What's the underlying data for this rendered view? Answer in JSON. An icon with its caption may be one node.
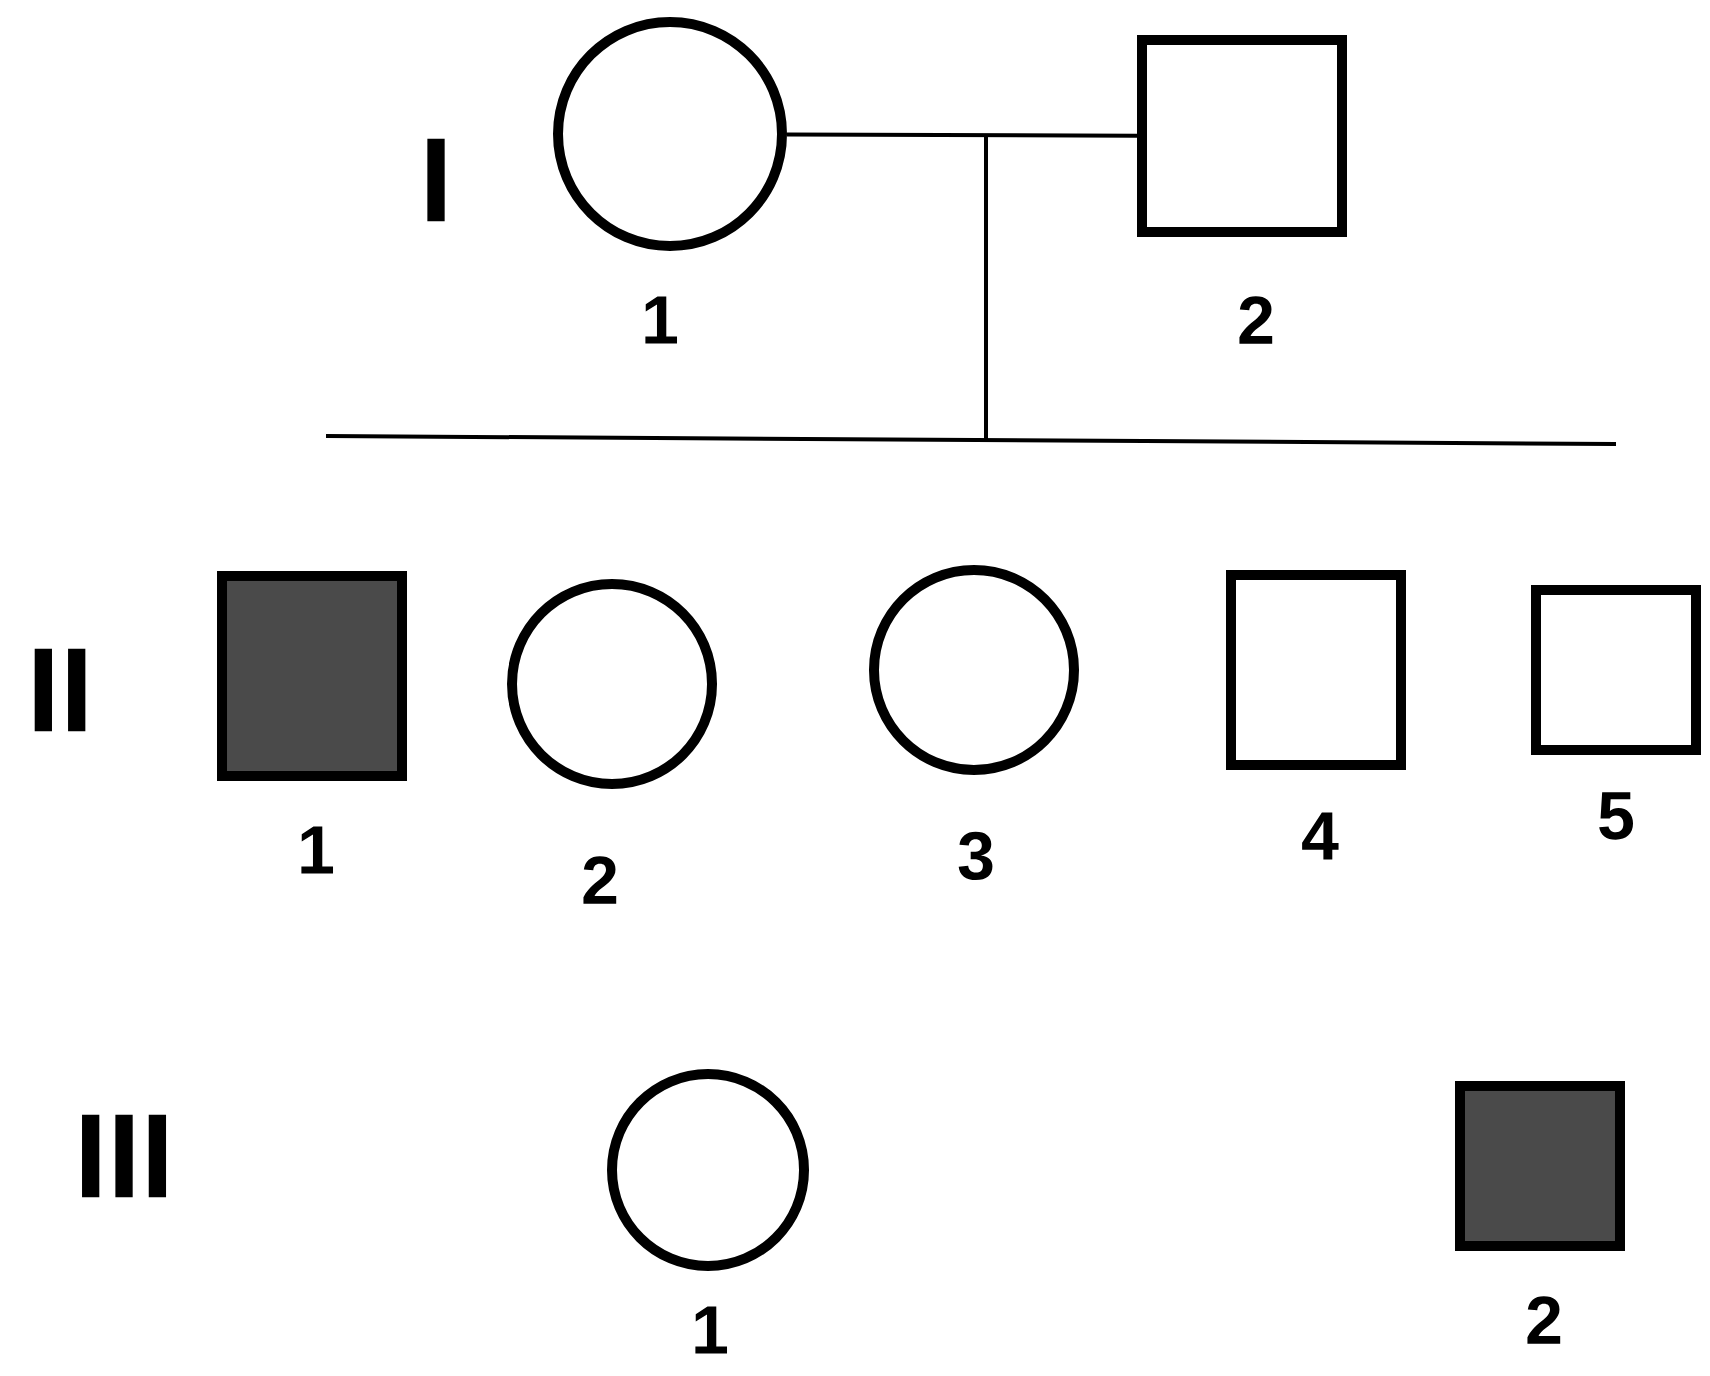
{
  "diagram": {
    "nodes": [
      {
        "text": [],
        "shape": "circle",
        "beside": [
          "1"
        ]
      },
      {
        "text": [],
        "shape": "box",
        "beside": [
          "2"
        ]
      },
      {
        "text": [],
        "shape": "box",
        "beside": [
          "1"
        ]
      },
      {
        "text": [],
        "shape": "circle",
        "beside": [
          "2"
        ]
      },
      {
        "text": [],
        "shape": "circle",
        "beside": [
          "3"
        ]
      },
      {
        "text": [],
        "shape": "box",
        "beside": [
          "4"
        ]
      },
      {
        "text": [],
        "shape": "box",
        "beside": [
          "5"
        ]
      },
      {
        "text": [],
        "shape": "circle",
        "beside": [
          "1"
        ]
      },
      {
        "text": [],
        "shape": "box",
        "beside": [
          "2"
        ]
      }
    ],
    "edges": [
      {
        "from": 0,
        "to": 1,
        "arrow": "none"
      }
    ],
    "labels": [
      "I",
      "II",
      "III"
    ]
  }
}
